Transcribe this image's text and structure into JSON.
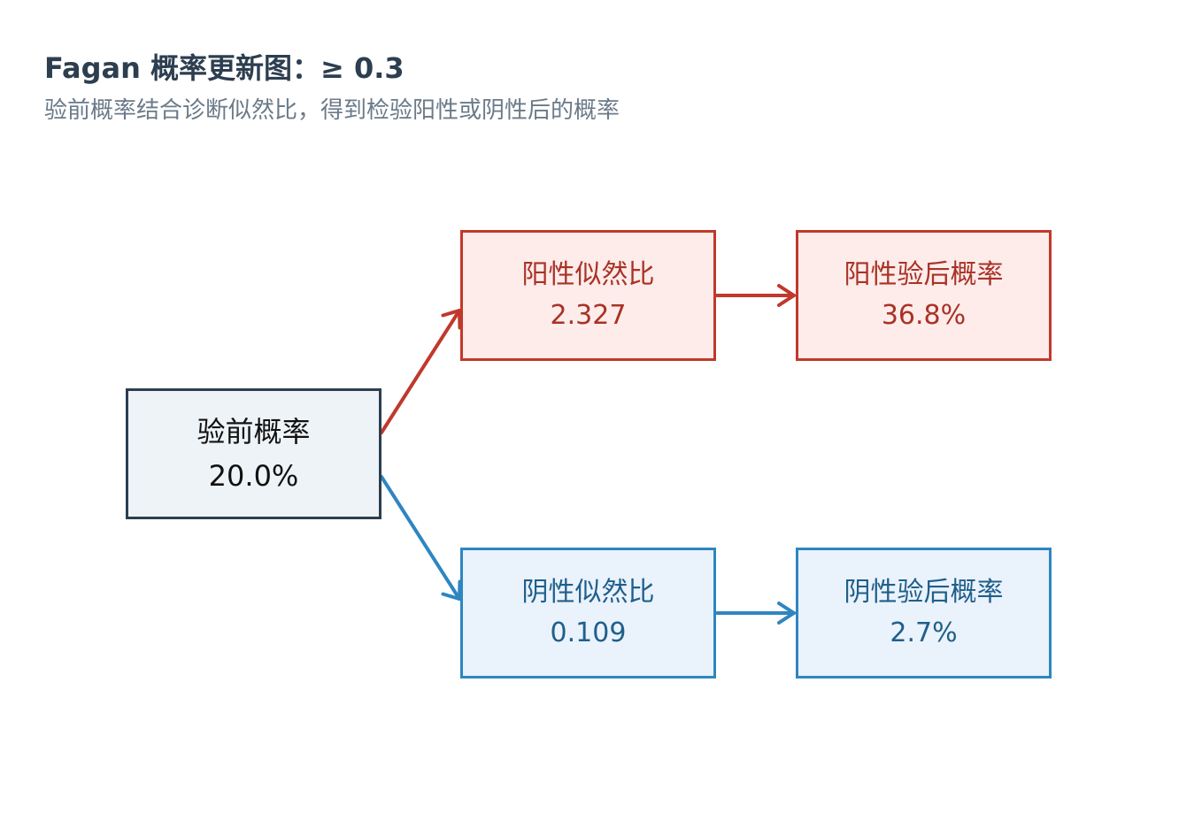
{
  "title": "Fagan 概率更新图：≥ 0.3",
  "subtitle": "验前概率结合诊断似然比，得到检验阳性或阴性后的概率",
  "colors": {
    "prior_border": "#2c3e50",
    "positive": "#c0392b",
    "negative": "#2e86c1"
  },
  "prior": {
    "label": "验前概率",
    "value": "20.0%"
  },
  "positive_lr": {
    "label": "阳性似然比",
    "value": "2.327"
  },
  "positive_post": {
    "label": "阳性验后概率",
    "value": "36.8%"
  },
  "negative_lr": {
    "label": "阴性似然比",
    "value": "0.109"
  },
  "negative_post": {
    "label": "阴性验后概率",
    "value": "2.7%"
  }
}
